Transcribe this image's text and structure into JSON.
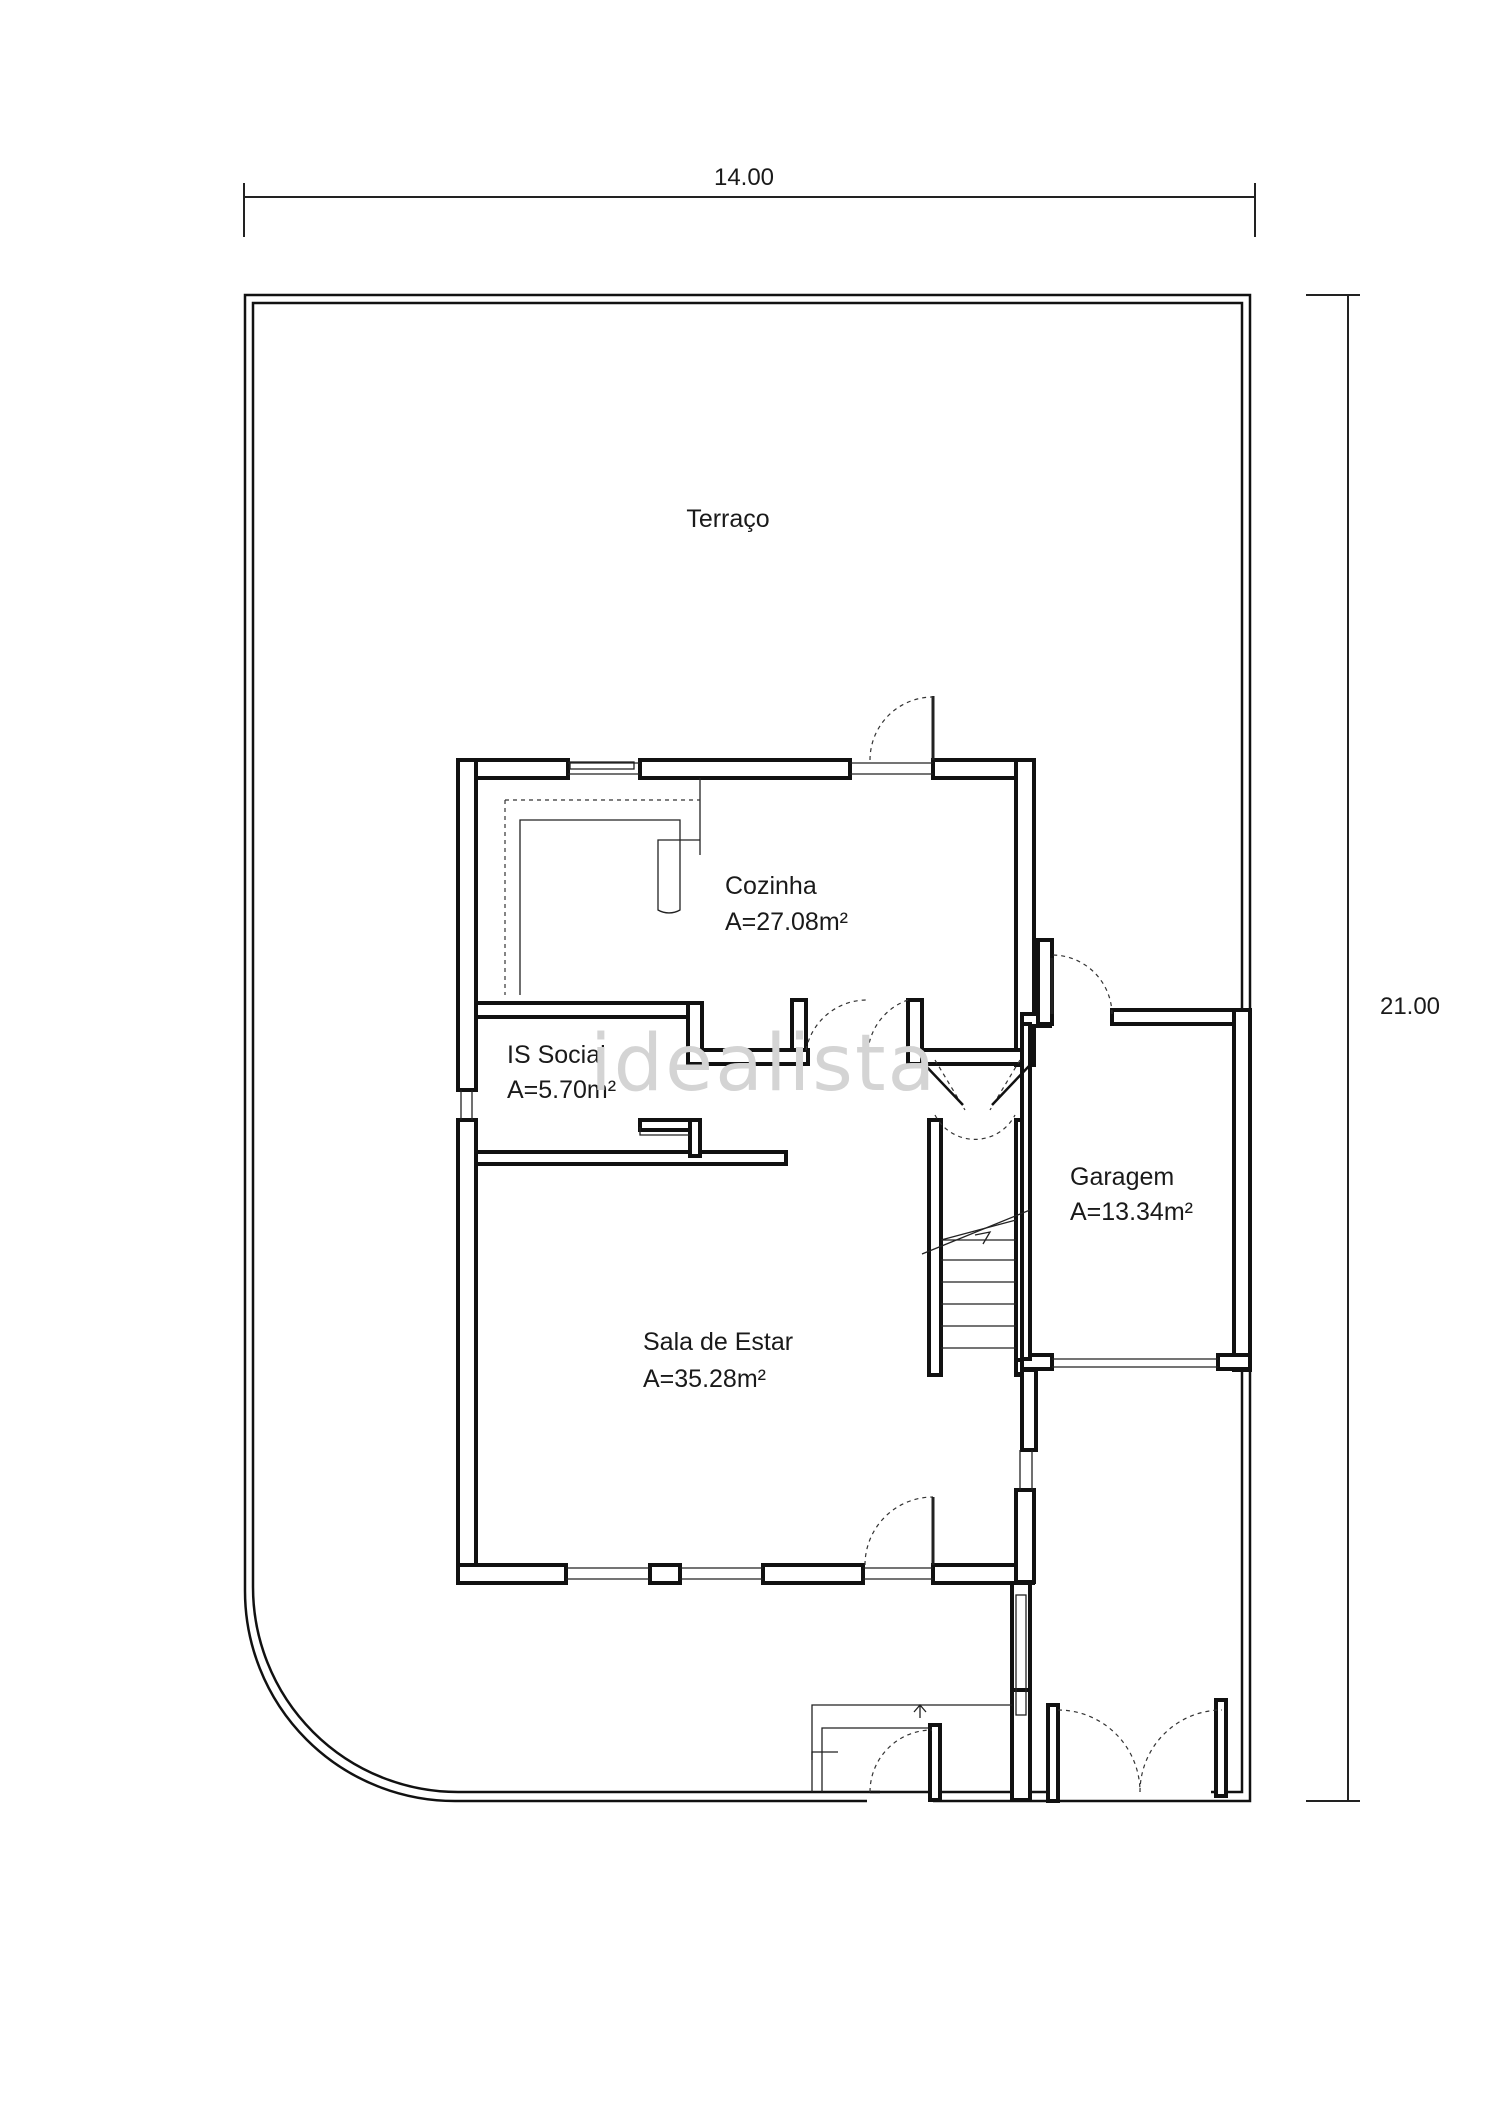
{
  "dimensions": {
    "width": "14.00",
    "height": "21.00"
  },
  "rooms": [
    {
      "id": "terraco",
      "name": "Terraço",
      "area": ""
    },
    {
      "id": "cozinha",
      "name": "Cozinha",
      "area": "A=27.08m²"
    },
    {
      "id": "is-social",
      "name": "IS Social",
      "area": "A=5.70m²"
    },
    {
      "id": "garagem",
      "name": "Garagem",
      "area": "A=13.34m²"
    },
    {
      "id": "sala",
      "name": "Sala de Estar",
      "area": "A=35.28m²"
    }
  ],
  "watermark": "idealista",
  "colors": {
    "line": "#111111",
    "background": "#ffffff",
    "watermark": "#d4d4d4"
  }
}
